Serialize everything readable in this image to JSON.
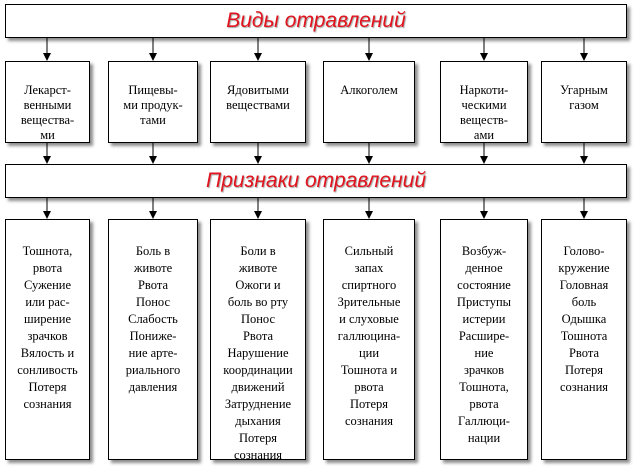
{
  "title": "Виды отравлений",
  "subtitle": "Признаки отравлений",
  "categories": [
    "Лекарст-\nвенными\nвещества-\nми",
    "Пищевы-\nми продук-\nтами",
    "Ядовитыми\nвеществами",
    "Алкоголем",
    "Наркоти-\nческими\nвеществ-\nами",
    "Угарным\nгазом"
  ],
  "signs": [
    "Тошнота,\nрвота\nСужение\nили рас-\nширение\nзрачков\nВялость и\nсонливость\nПотеря\nсознания",
    "Боль в\nживоте\nРвота\nПонос\nСлабость\nПониже-\nние арте-\nриального\nдавления",
    "Боли в\nживоте\nОжоги и\nболь во рту\nПонос\nРвота\nНарушение\nкоординации\nдвижений\nЗатруднение\nдыхания\nПотеря\nсознания",
    "Сильный\nзапах\nспиртного\nЗрительные\nи слуховые\nгаллюцина-\nции\nТошнота и\nрвота\nПотеря\nсознания",
    "Возбуж-\nденное\nсостояние\nПриступы\nистерии\nРасшире-\nние\nзрачков\nТошнота,\nрвота\nГаллюци-\nнации",
    "Голово-\nкружение\nГоловная\nболь\nОдышка\nТошнота\nРвота\nПотеря\nсознания"
  ]
}
